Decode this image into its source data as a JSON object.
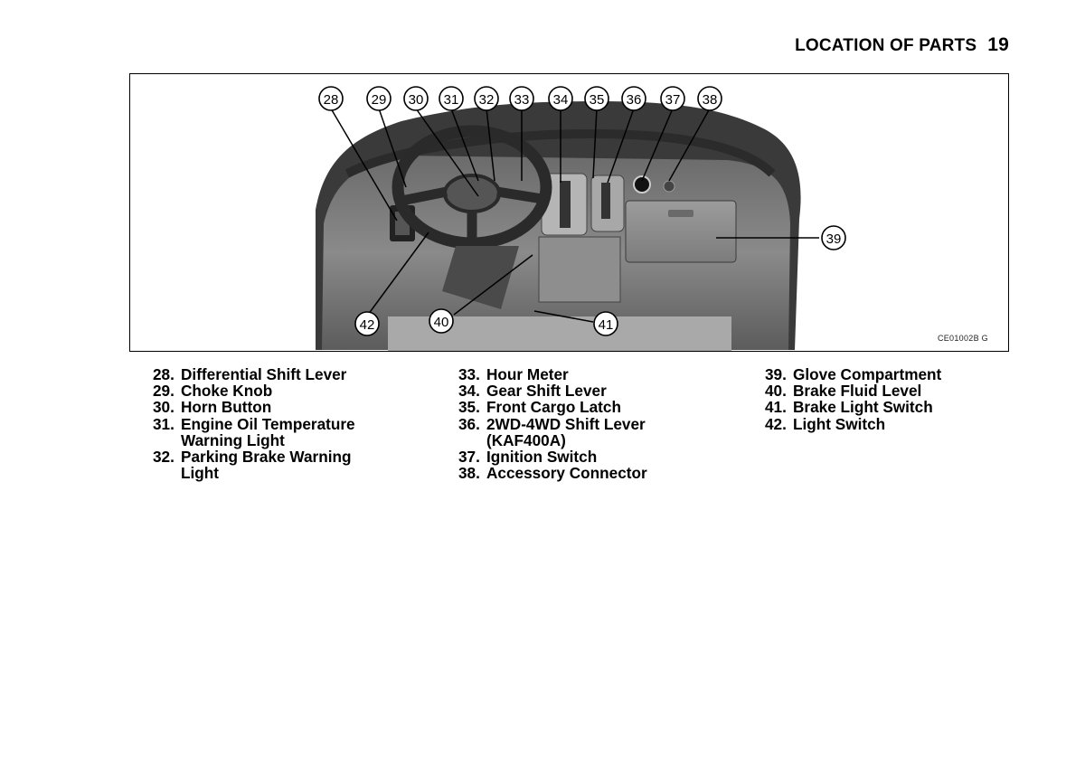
{
  "header": {
    "title": "LOCATION OF PARTS",
    "page_number": "19"
  },
  "figure": {
    "code": "CE01002B  G",
    "callouts": [
      "28",
      "29",
      "30",
      "31",
      "32",
      "33",
      "34",
      "35",
      "36",
      "37",
      "38",
      "39",
      "40",
      "41",
      "42"
    ]
  },
  "legend": {
    "col1": [
      {
        "num": "28.",
        "lines": [
          "Differential Shift Lever"
        ]
      },
      {
        "num": "29.",
        "lines": [
          "Choke Knob"
        ]
      },
      {
        "num": "30.",
        "lines": [
          "Horn Button"
        ]
      },
      {
        "num": "31.",
        "lines": [
          "Engine Oil Temperature",
          "Warning Light"
        ]
      },
      {
        "num": "32.",
        "lines": [
          "Parking Brake Warning",
          "Light"
        ]
      }
    ],
    "col2": [
      {
        "num": "33.",
        "lines": [
          "Hour Meter"
        ]
      },
      {
        "num": "34.",
        "lines": [
          "Gear Shift Lever"
        ]
      },
      {
        "num": "35.",
        "lines": [
          "Front Cargo Latch"
        ]
      },
      {
        "num": "36.",
        "lines": [
          "2WD-4WD Shift Lever",
          "(KAF400A)"
        ]
      },
      {
        "num": "37.",
        "lines": [
          "Ignition Switch"
        ]
      },
      {
        "num": "38.",
        "lines": [
          "Accessory Connector"
        ]
      }
    ],
    "col3": [
      {
        "num": "39.",
        "lines": [
          "Glove Compartment"
        ]
      },
      {
        "num": "40.",
        "lines": [
          "Brake Fluid Level"
        ]
      },
      {
        "num": "41.",
        "lines": [
          "Brake Light Switch"
        ]
      },
      {
        "num": "42.",
        "lines": [
          "Light Switch"
        ]
      }
    ]
  }
}
